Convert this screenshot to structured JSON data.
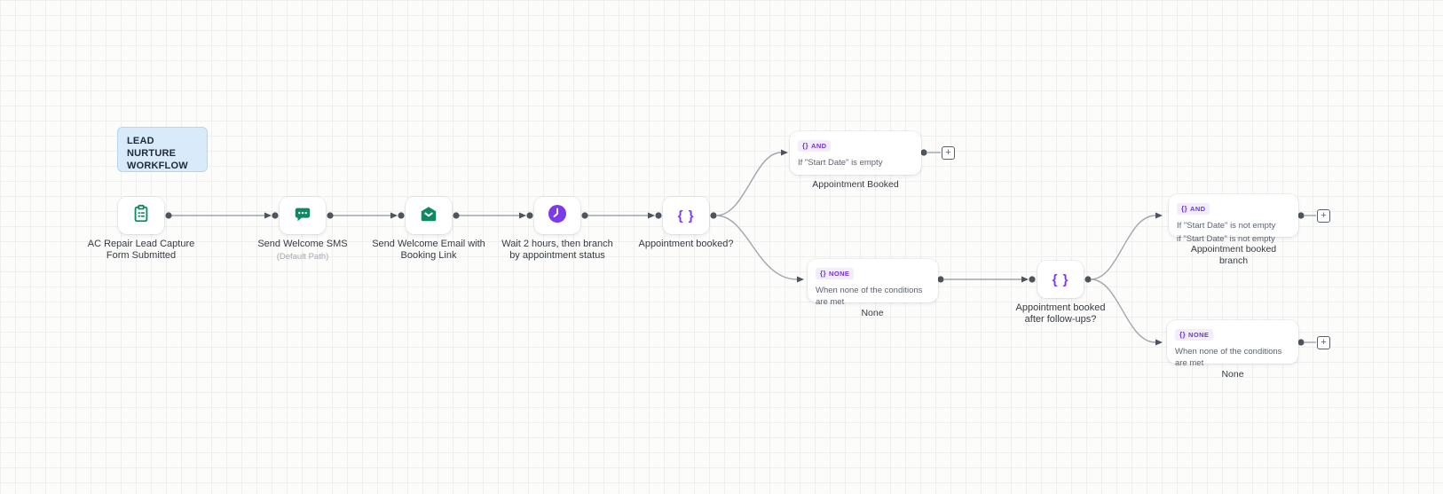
{
  "note": {
    "text": "LEAD NURTURE WORKFLOW"
  },
  "colors": {
    "green": "#0e8a5f",
    "purple": "#7c3aed",
    "badge_text": "#7434d6",
    "badge_bg": "#f2ecfd",
    "note_bg": "#d9eafb",
    "wire_gray": "#a0a6ae"
  },
  "nodes": {
    "trigger": {
      "icon": "clipboard-icon",
      "line1": "AC Repair Lead Capture",
      "line2": "Form Submitted"
    },
    "sms": {
      "icon": "sms-bubble-icon",
      "line1": "Send Welcome SMS",
      "line2": "(Default Path)"
    },
    "email": {
      "icon": "envelope-icon",
      "line1": "Send Welcome Email with",
      "line2": "Booking Link"
    },
    "wait": {
      "icon": "clock-icon",
      "line1": "Wait 2 hours, then branch",
      "line2": "by appointment status"
    },
    "branch1": {
      "icon": "braces-icon",
      "glyph": "{ }",
      "line1": "Appointment booked?"
    },
    "branch2": {
      "icon": "braces-icon",
      "glyph": "{ }",
      "line1": "Appointment booked",
      "line2": "after follow-ups?"
    }
  },
  "cards": {
    "booked": {
      "badge_glyph": "{}",
      "badge": "AND",
      "line1": "If \"Start Date\" is empty",
      "label": "Appointment Booked"
    },
    "none1": {
      "badge_glyph": "{}",
      "badge": "NONE",
      "line1": "When none of the conditions are met",
      "label": "None"
    },
    "branch": {
      "badge_glyph": "{}",
      "badge": "AND",
      "line1": "If \"Start Date\" is not empty",
      "line2": "if \"Start Date\" is not empty",
      "label1": "Appointment booked",
      "label2": "branch"
    },
    "none2": {
      "badge_glyph": "{}",
      "badge": "NONE",
      "line1": "When none of the conditions are met",
      "label": "None"
    }
  },
  "buttons": {
    "add": "+"
  }
}
